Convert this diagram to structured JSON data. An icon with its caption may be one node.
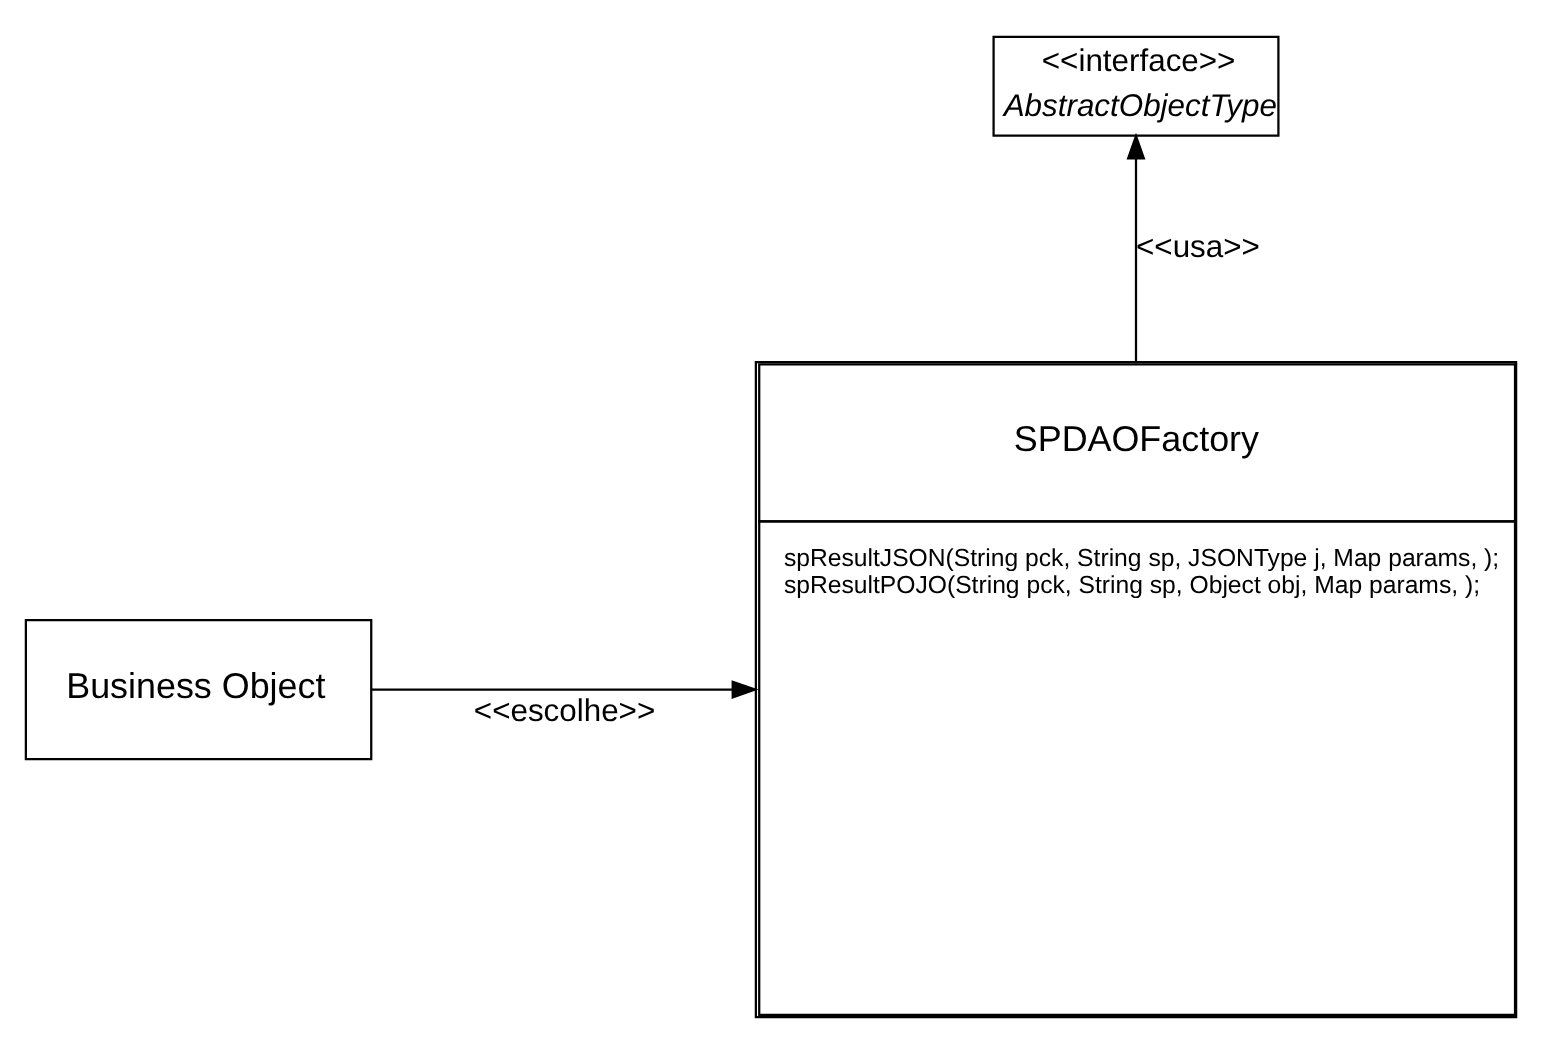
{
  "diagram": {
    "nodes": [
      {
        "text": [
          "<<interface>>",
          "AbstractObjectType"
        ]
      },
      {
        "text": [
          "SPDAOFactory",
          "spResultJSON(String pck, String sp, JSONType j, Map params, );",
          "spResultPOJO(String pck, String sp, Object obj, Map params, );"
        ]
      },
      {
        "text": [
          "Business Object"
        ]
      }
    ],
    "edges": [
      {
        "from": 1,
        "to": 0,
        "arrow": "to",
        "label": "<<usa>>"
      },
      {
        "from": 2,
        "to": 1,
        "arrow": "to",
        "label": "<<escolhe>>"
      }
    ]
  }
}
